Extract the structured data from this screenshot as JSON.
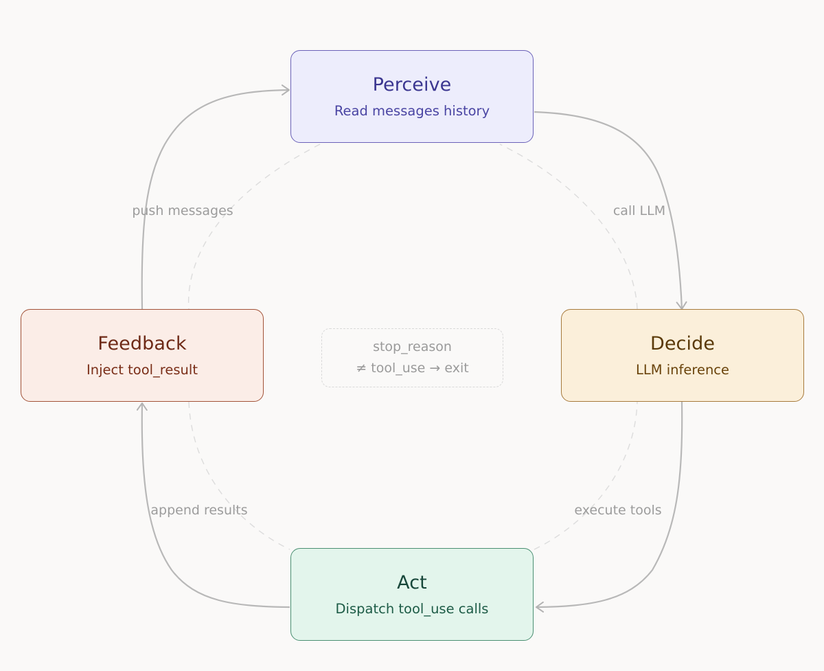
{
  "nodes": {
    "perceive": {
      "title": "Perceive",
      "subtitle": "Read messages history"
    },
    "decide": {
      "title": "Decide",
      "subtitle": "LLM inference"
    },
    "act": {
      "title": "Act",
      "subtitle": "Dispatch tool_use calls"
    },
    "feedback": {
      "title": "Feedback",
      "subtitle": "Inject tool_result"
    }
  },
  "edges": {
    "call_llm": "call LLM",
    "execute_tools": "execute tools",
    "append_results": "append results",
    "push_messages": "push messages"
  },
  "center_note": {
    "line1": "stop_reason",
    "line2": "≠ tool_use → exit"
  },
  "colors": {
    "background": "#faf9f8",
    "arrow": "#b8b8b8",
    "dashed_loop": "#dcdcdc",
    "label": "#9c9c9c",
    "perceive_fill": "#ededfc",
    "decide_fill": "#fbefda",
    "act_fill": "#e3f5ec",
    "feedback_fill": "#fbede7"
  }
}
